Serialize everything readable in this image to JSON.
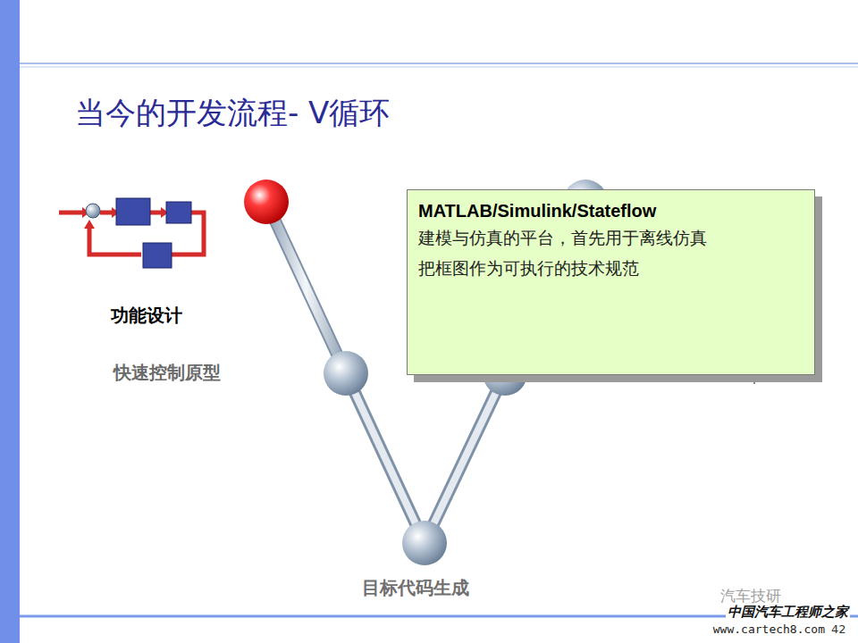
{
  "diagram": {
    "title": "当今的开发流程- V循环",
    "nodes": [
      {
        "text": [
          "MATLAB/Simulink/Stateflow",
          "建模与仿真的平台，首先用于离线仿真",
          "把框图作为可执行的技术规范"
        ]
      }
    ],
    "labels": [
      "功能设计",
      "快速控制原型",
      "目标代码生成",
      "汽车技研",
      "中国汽车工程师之家",
      "www.cartech8.com",
      "42"
    ]
  }
}
